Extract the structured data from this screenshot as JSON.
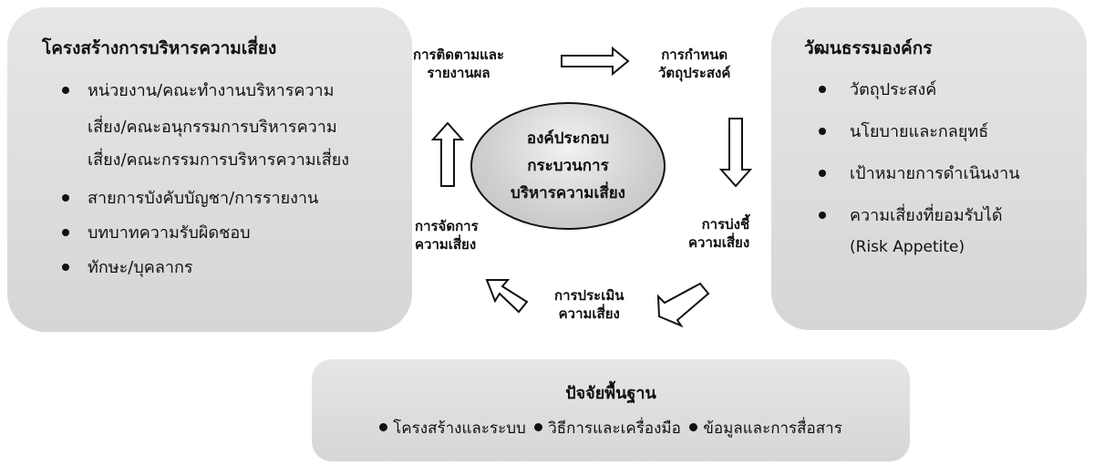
{
  "left_panel": {
    "title": "โครงสร้างการบริหารความเสี่ยง",
    "items": [
      {
        "lines": [
          "หน่วยงาน/คณะทำงานบริหารความ",
          "เสี่ยง/คณะอนุกรรมการบริหารความ",
          "เสี่ยง/คณะกรรมการบริหารความเสี่ยง"
        ]
      },
      {
        "lines": [
          "สายการบังคับบัญชา/การรายงาน"
        ]
      },
      {
        "lines": [
          "บทบาทความรับผิดชอบ"
        ]
      },
      {
        "lines": [
          "ทักษะ/บุคลากร"
        ]
      }
    ]
  },
  "right_panel": {
    "title": "วัฒนธรรมองค์กร",
    "items": [
      {
        "lines": [
          "วัตถุประสงค์"
        ]
      },
      {
        "lines": [
          "นโยบายและกลยุทธ์"
        ]
      },
      {
        "lines": [
          "เป้าหมายการดำเนินงาน"
        ]
      },
      {
        "lines": [
          "ความเสี่ยงที่ยอมรับได้",
          "(Risk Appetite)"
        ]
      }
    ]
  },
  "center": {
    "lines": [
      "องค์ประกอบ",
      "กระบวนการ",
      "บริหารความเสี่ยง"
    ]
  },
  "steps": {
    "monitor": [
      "การติดตามและ",
      "รายงานผล"
    ],
    "objective": [
      "การกำหนด",
      "วัตถุประสงค์"
    ],
    "identify": [
      "การบ่งชี้",
      "ความเสี่ยง"
    ],
    "assess": [
      "การประเมิน",
      "ความเสี่ยง"
    ],
    "treat": [
      "การจัดการ",
      "ความเสี่ยง"
    ]
  },
  "bottom_panel": {
    "title": "ปัจจัยพื้นฐาน",
    "items": [
      "โครงสร้างและระบบ",
      "วิธีการและเครื่องมือ",
      "ข้อมูลและการสื่อสาร"
    ]
  }
}
